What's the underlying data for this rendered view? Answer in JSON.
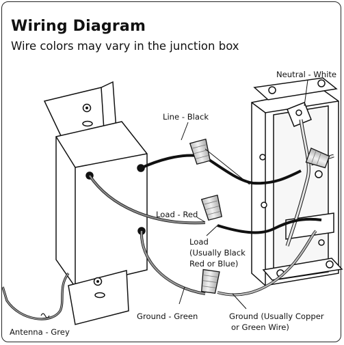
{
  "title": "Wiring Diagram",
  "subtitle": "Wire colors may vary in the junction box",
  "labels": {
    "neutral": "Neutral - White",
    "line": "Line - Black",
    "load_red": "Load - Red",
    "load_line1": "Load",
    "load_line2": "(Usually Black",
    "load_line3": "Red or Blue)",
    "ground_green": "Ground - Green",
    "ground_copper_line1": "Ground (Usually Copper",
    "ground_copper_line2": "or Green Wire)",
    "antenna": "Antenna - Grey"
  },
  "colors": {
    "line_wire": "#111111",
    "load_wire": "#8a8a8a",
    "ground_wire": "#9a9a9a",
    "neutral_wire": "#cccccc",
    "wire_nut": "#dcdcdc",
    "outline": "#111111"
  }
}
